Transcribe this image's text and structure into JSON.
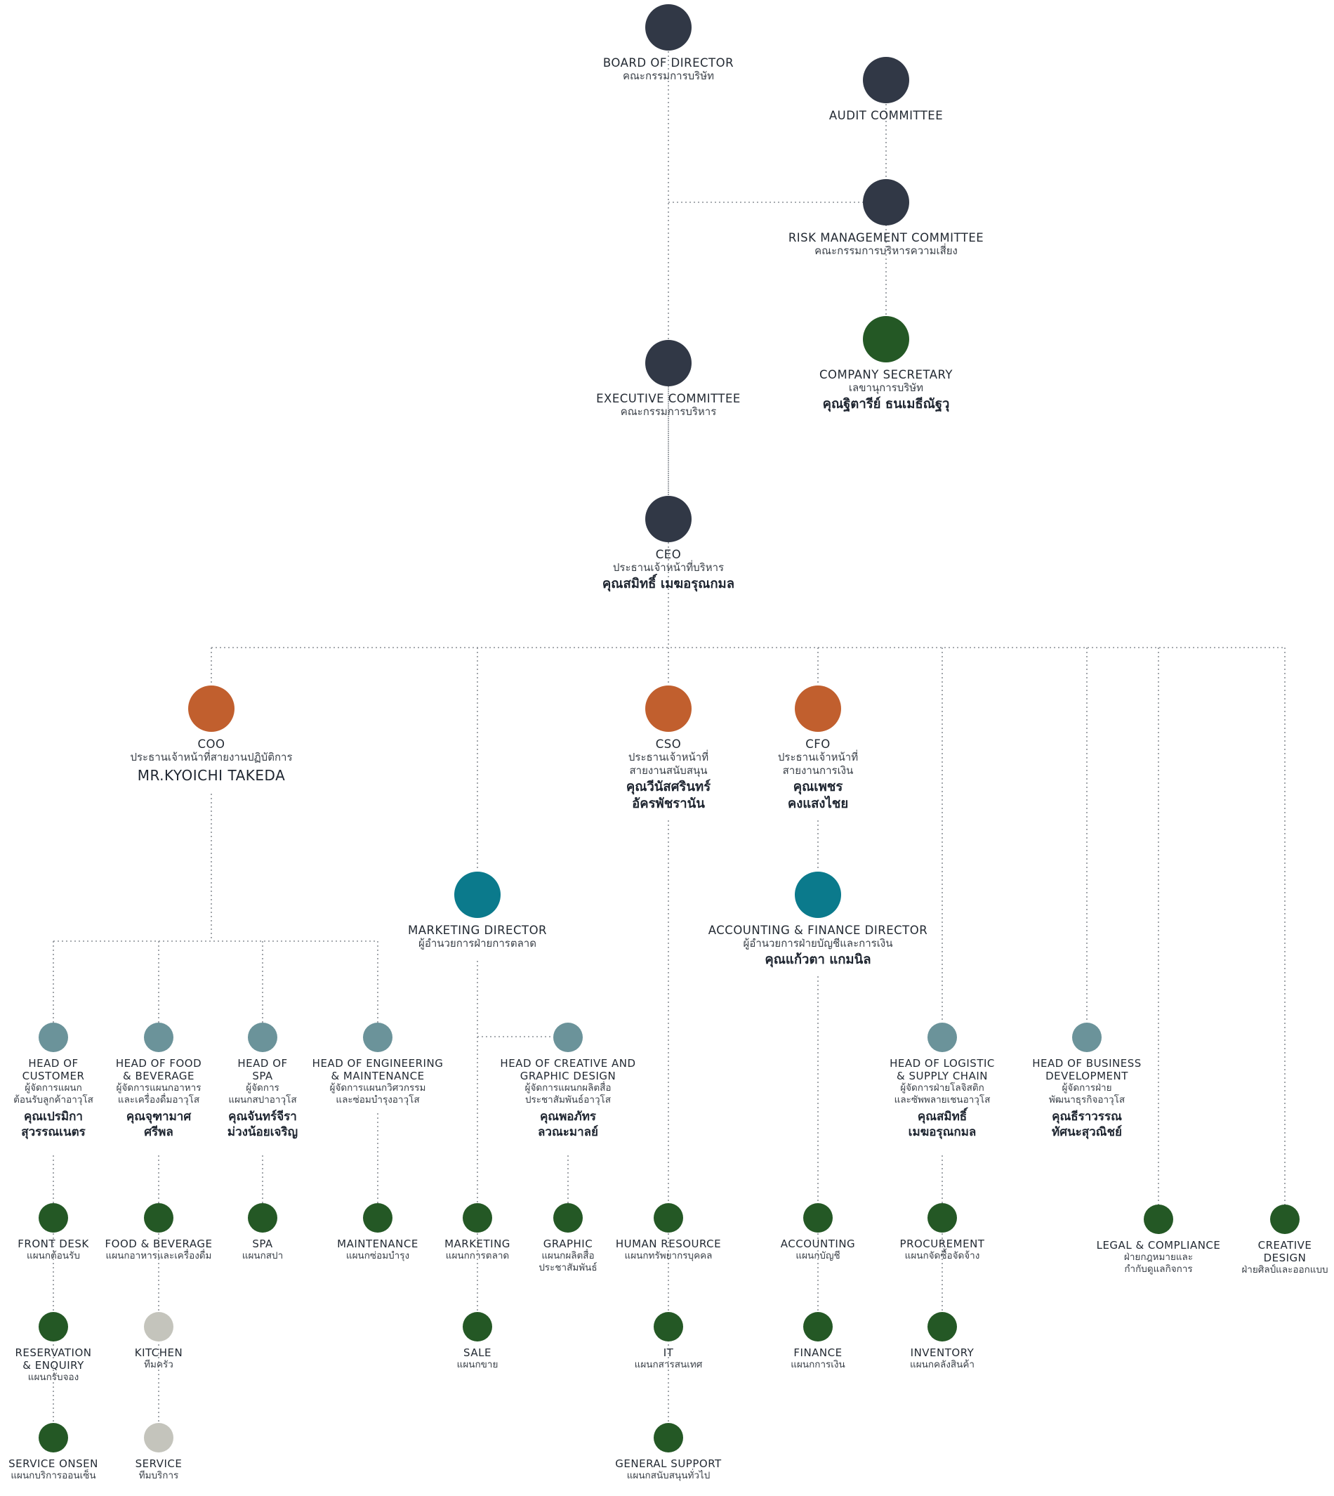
{
  "top": {
    "board": {
      "en": "BOARD OF DIRECTOR",
      "th": "คณะกรรมการบริษัท"
    },
    "audit": {
      "en": "AUDIT COMMITTEE"
    },
    "risk": {
      "en": "RISK MANAGEMENT COMMITTEE",
      "th": "คณะกรรมการบริหารความเสี่ยง"
    },
    "secretary": {
      "en": "COMPANY SECRETARY",
      "th": "เลขานุการบริษัท",
      "name": "คุณฐิตารีย์ ธนเมธีณัฐวุ"
    },
    "exec": {
      "en": "EXECUTIVE COMMITTEE",
      "th": "คณะกรรมการบริหาร"
    },
    "ceo": {
      "en": "CEO",
      "th": "ประธานเจ้าหน้าที่บริหาร",
      "name": "คุณสมิทธิ์ เมฆอรุณกมล"
    }
  },
  "chiefs": {
    "coo": {
      "en": "COO",
      "th": "ประธานเจ้าหน้าที่สายงานปฏิบัติการ",
      "name": "MR.KYOICHI TAKEDA"
    },
    "cso": {
      "en": "CSO",
      "th": "ประธานเจ้าหน้าที่\nสายงานสนับสนุน",
      "name": "คุณวีนัสศรินทร์\nอัครพัชรานัน"
    },
    "cfo": {
      "en": "CFO",
      "th": "ประธานเจ้าหน้าที่\nสายงานการเงิน",
      "name": "คุณเพชร\nคงแสงไชย"
    }
  },
  "directors": {
    "marketing": {
      "en": "MARKETING DIRECTOR",
      "th": "ผู้อำนวยการฝ่ายการตลาด"
    },
    "accounting": {
      "en": "ACCOUNTING & FINANCE DIRECTOR",
      "th": "ผู้อำนวยการฝ่ายบัญชีและการเงิน",
      "name": "คุณแก้วตา แกมนิล"
    }
  },
  "heads": {
    "customer": {
      "en": "HEAD OF\nCUSTOMER",
      "th": "ผู้จัดการแผนก\nต้อนรับลูกค้าอาวุโส",
      "name": "คุณเปรมิกา\nสุวรรณเนตร"
    },
    "food": {
      "en": "HEAD OF FOOD\n& BEVERAGE",
      "th": "ผู้จัดการแผนกอาหาร\nและเครื่องดื่มอาวุโส",
      "name": "คุณจุฑามาศ\nศรีพล"
    },
    "spa": {
      "en": "HEAD OF\nSPA",
      "th": "ผู้จัดการ\nแผนกสปาอาวุโส",
      "name": "คุณจันทร์จีรา\nม่วงน้อยเจริญ"
    },
    "engineering": {
      "en": "HEAD OF ENGINEERING\n& MAINTENANCE",
      "th": "ผู้จัดการแผนกวิศวกรรม\nและซ่อมบำรุงอาวุโส"
    },
    "creative": {
      "en": "HEAD OF CREATIVE AND\nGRAPHIC DESIGN",
      "th": "ผู้จัดการแผนกผลิตสื่อ\nประชาสัมพันธ์อาวุโส",
      "name": "คุณพอภัทร\nลวณะมาลย์"
    },
    "logistic": {
      "en": "HEAD OF LOGISTIC\n& SUPPLY CHAIN",
      "th": "ผู้จัดการฝ่ายโลจิสติก\nและซัพพลายเชนอาวุโส",
      "name": "คุณสมิทธิ์\nเมฆอรุณกมล"
    },
    "business": {
      "en": "HEAD OF BUSINESS\nDEVELOPMENT",
      "th": "ผู้จัดการฝ่าย\nพัฒนาธุรกิจอาวุโส",
      "name": "คุณธีราวรรณ\nทัศนะสุวณิชย์"
    }
  },
  "units": {
    "front_desk": {
      "en": "FRONT DESK",
      "th": "แผนกต้อนรับ"
    },
    "reservation": {
      "en": "RESERVATION\n& ENQUIRY",
      "th": "แผนกรับจอง"
    },
    "service_onsen": {
      "en": "SERVICE ONSEN",
      "th": "แผนกบริการออนเซ็น"
    },
    "food_bev": {
      "en": "FOOD & BEVERAGE",
      "th": "แผนกอาหารและเครื่องดื่ม"
    },
    "kitchen": {
      "en": "KITCHEN",
      "th": "ทีมครัว"
    },
    "service": {
      "en": "SERVICE",
      "th": "ทีมบริการ"
    },
    "spa": {
      "en": "SPA",
      "th": "แผนกสปา"
    },
    "maintenance": {
      "en": "MAINTENANCE",
      "th": "แผนกซ่อมบำรุง"
    },
    "marketing": {
      "en": "MARKETING",
      "th": "แผนกการตลาด"
    },
    "sale": {
      "en": "SALE",
      "th": "แผนกขาย"
    },
    "graphic": {
      "en": "GRAPHIC",
      "th": "แผนกผลิตสื่อ\nประชาสัมพันธ์"
    },
    "hr": {
      "en": "HUMAN RESOURCE",
      "th": "แผนกทรัพยากรบุคคล"
    },
    "it": {
      "en": "IT",
      "th": "แผนกสารสนเทศ"
    },
    "general_support": {
      "en": "GENERAL SUPPORT",
      "th": "แผนกสนับสนุนทั่วไป"
    },
    "accounting": {
      "en": "ACCOUNTING",
      "th": "แผนกบัญชี"
    },
    "finance": {
      "en": "FINANCE",
      "th": "แผนกการเงิน"
    },
    "procurement": {
      "en": "PROCUREMENT",
      "th": "แผนกจัดซื้อจัดจ้าง"
    },
    "inventory": {
      "en": "INVENTORY",
      "th": "แผนกคลังสินค้า"
    },
    "legal": {
      "en": "LEGAL & COMPLIANCE",
      "th": "ฝ่ายกฎหมายและ\nกำกับดูแลกิจการ"
    },
    "creative_design": {
      "en": "CREATIVE DESIGN",
      "th": "ฝ่ายศิลป์และออกแบบ"
    }
  },
  "colors": {
    "board": "#313846",
    "green": "#245825",
    "chief": "#c15f2e",
    "director": "#0b7a8c",
    "head": "#6b939a",
    "team": "#c4c4bc",
    "line": "#8a8f96"
  }
}
